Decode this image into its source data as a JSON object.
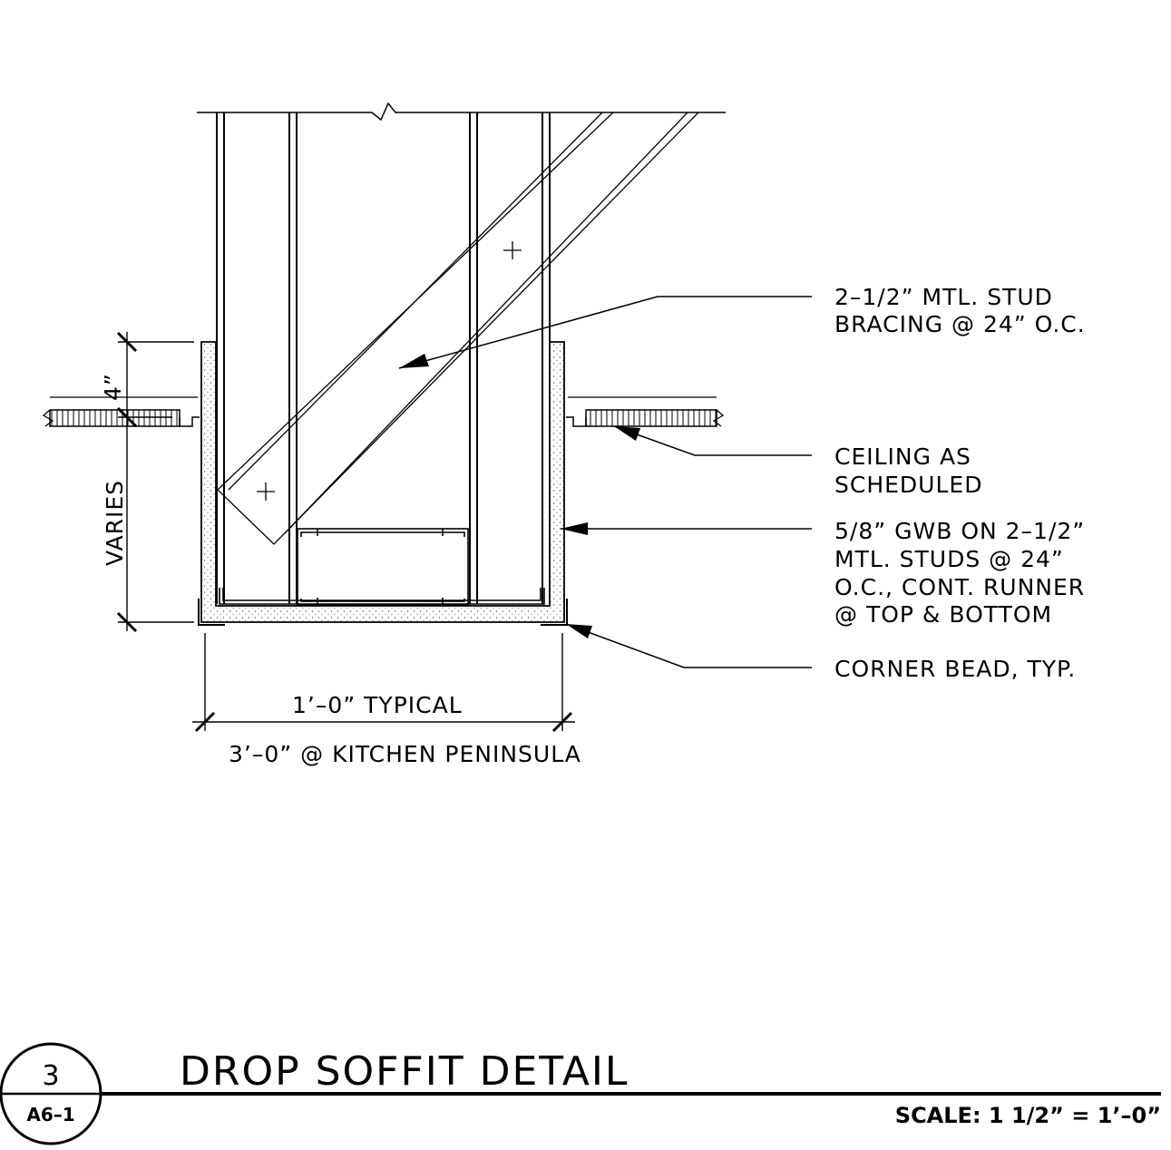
{
  "notes": {
    "bracing_line1": "2–1/2” MTL. STUD",
    "bracing_line2": "BRACING @ 24” O.C.",
    "ceiling_line1": "CEILING AS",
    "ceiling_line2": "SCHEDULED",
    "gwb_line1": "5/8” GWB ON 2–1/2”",
    "gwb_line2": "MTL. STUDS @ 24”",
    "gwb_line3": "O.C., CONT. RUNNER",
    "gwb_line4": "@ TOP & BOTTOM",
    "corner_bead": "CORNER BEAD, TYP."
  },
  "dimensions": {
    "four_inch": "4”",
    "varies": "VARIES",
    "width_typical": "1’–0” TYPICAL",
    "width_kitchen": "3’–0” @ KITCHEN PENINSULA"
  },
  "title_block": {
    "detail_number": "3",
    "sheet_number": "A6–1",
    "title": "DROP SOFFIT DETAIL",
    "scale": "SCALE: 1 1/2” = 1’–0”"
  }
}
